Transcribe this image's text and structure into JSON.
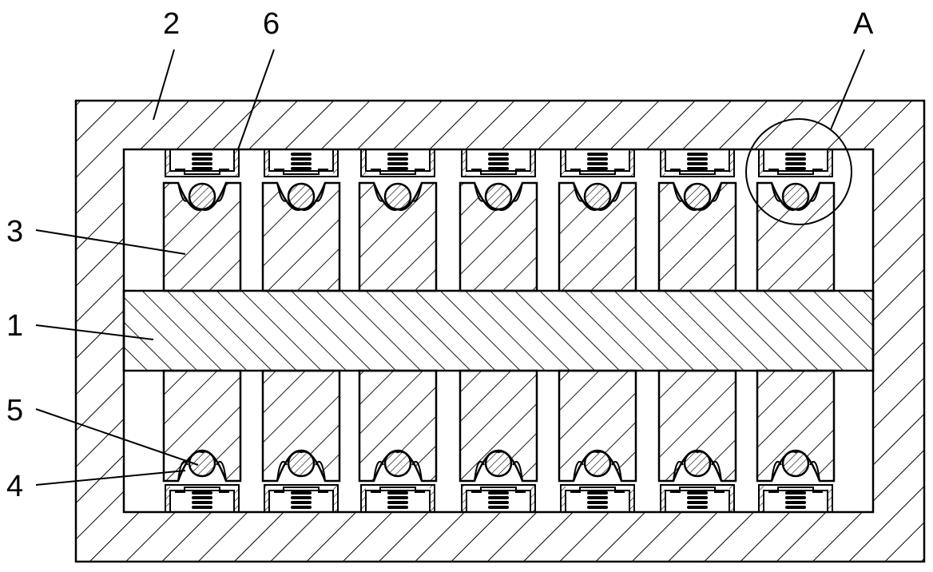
{
  "labels": {
    "frame": "2",
    "seal": "6",
    "detail": "A",
    "block": "3",
    "shaft": "1",
    "ball": "5",
    "seat": "4"
  },
  "diagram": {
    "upper_row_units": 7,
    "lower_row_units": 7,
    "line_color": "#000000",
    "background_color": "#ffffff"
  }
}
